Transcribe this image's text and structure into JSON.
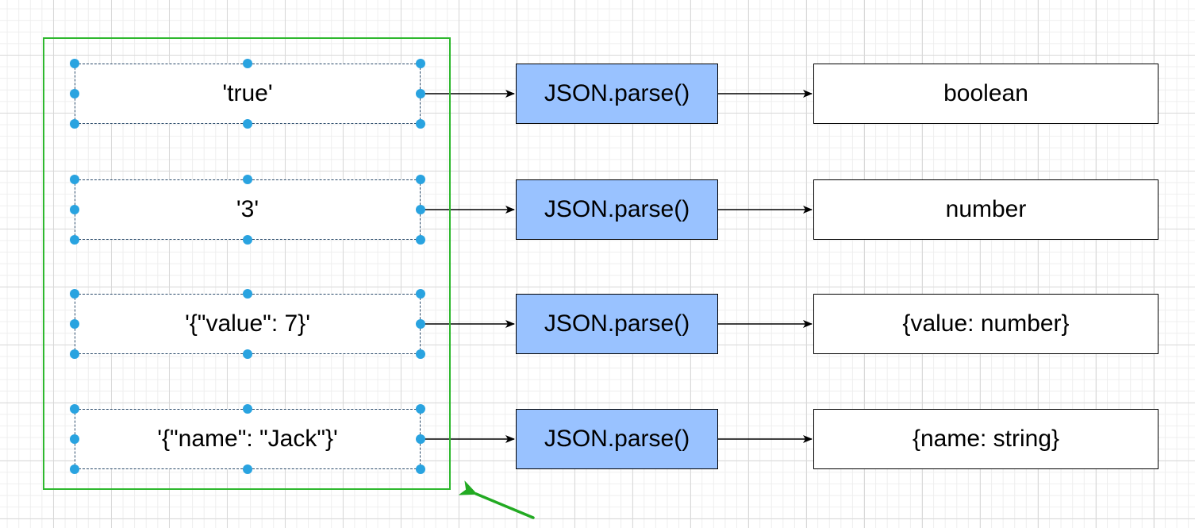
{
  "diagram": {
    "rows": [
      {
        "input": "'true'",
        "process": "JSON.parse()",
        "output": "boolean"
      },
      {
        "input": "'3'",
        "process": "JSON.parse()",
        "output": "number"
      },
      {
        "input": "'{\"value\": 7}'",
        "process": "JSON.parse()",
        "output": "{value: number}"
      },
      {
        "input": "'{\"name\": \"Jack\"}'",
        "process": "JSON.parse()",
        "output": "{name: string}"
      }
    ]
  },
  "colors": {
    "process_fill": "#99c2ff",
    "selection_frame": "#2eb82e",
    "selection_handle": "#29a3e0",
    "edge": "#000000"
  },
  "icons": {
    "pointer": "green-arrow-icon"
  }
}
